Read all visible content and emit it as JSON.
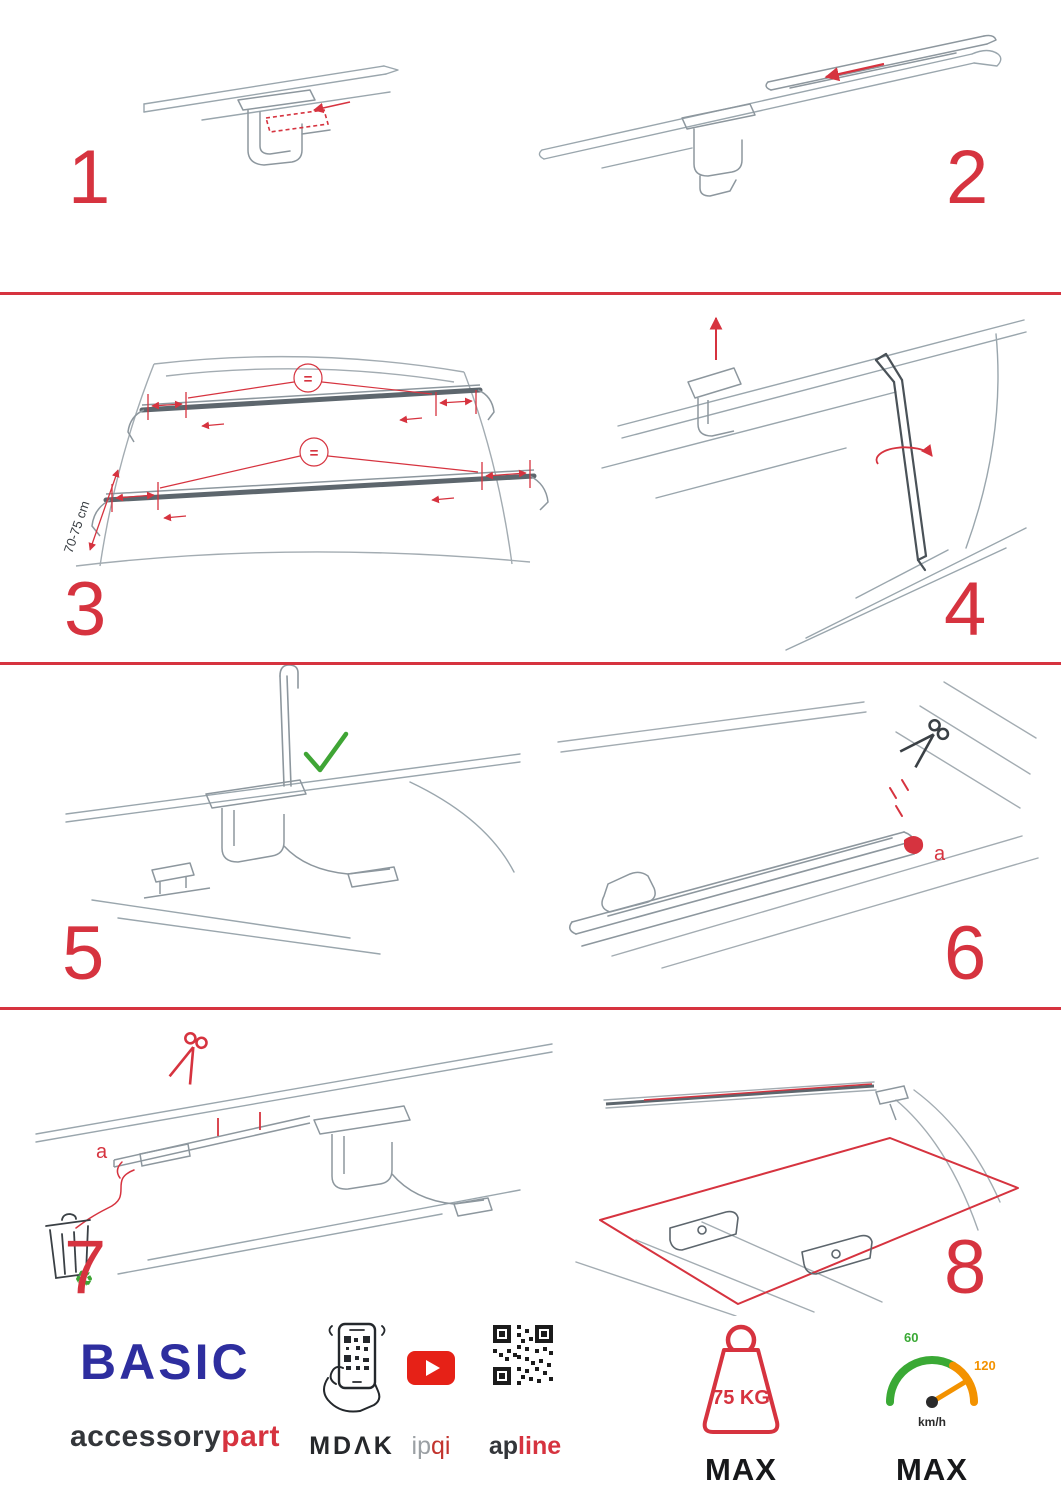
{
  "steps": [
    {
      "number": "1"
    },
    {
      "number": "2"
    },
    {
      "number": "3"
    },
    {
      "number": "4"
    },
    {
      "number": "5"
    },
    {
      "number": "6"
    },
    {
      "number": "7"
    },
    {
      "number": "8"
    }
  ],
  "step3": {
    "measurement": "70-75 cm",
    "equals_top": "=",
    "equals_bottom": "="
  },
  "step6": {
    "label": "a"
  },
  "step7": {
    "label": "a"
  },
  "icons": {
    "recycle": "♻"
  },
  "footer": {
    "brand": "BASIC",
    "brand_sub_left": "accessory",
    "brand_sub_right": "part",
    "partner_mdak": "MDΛK",
    "partner_ipqi_left": "ip",
    "partner_ipqi_right": "qi",
    "partner_apline_left": "ap",
    "partner_apline_right": "line",
    "weight": {
      "value": "75 KG",
      "max": "MAX"
    },
    "speed": {
      "low": "60",
      "high": "120",
      "unit": "km/h",
      "max": "MAX"
    }
  },
  "colors": {
    "accent_red": "#d6333f",
    "brand_blue": "#2e2e9f",
    "green": "#3fa535",
    "orange": "#f39200",
    "ink": "#26282b",
    "line_gray": "#9aa6ad"
  }
}
